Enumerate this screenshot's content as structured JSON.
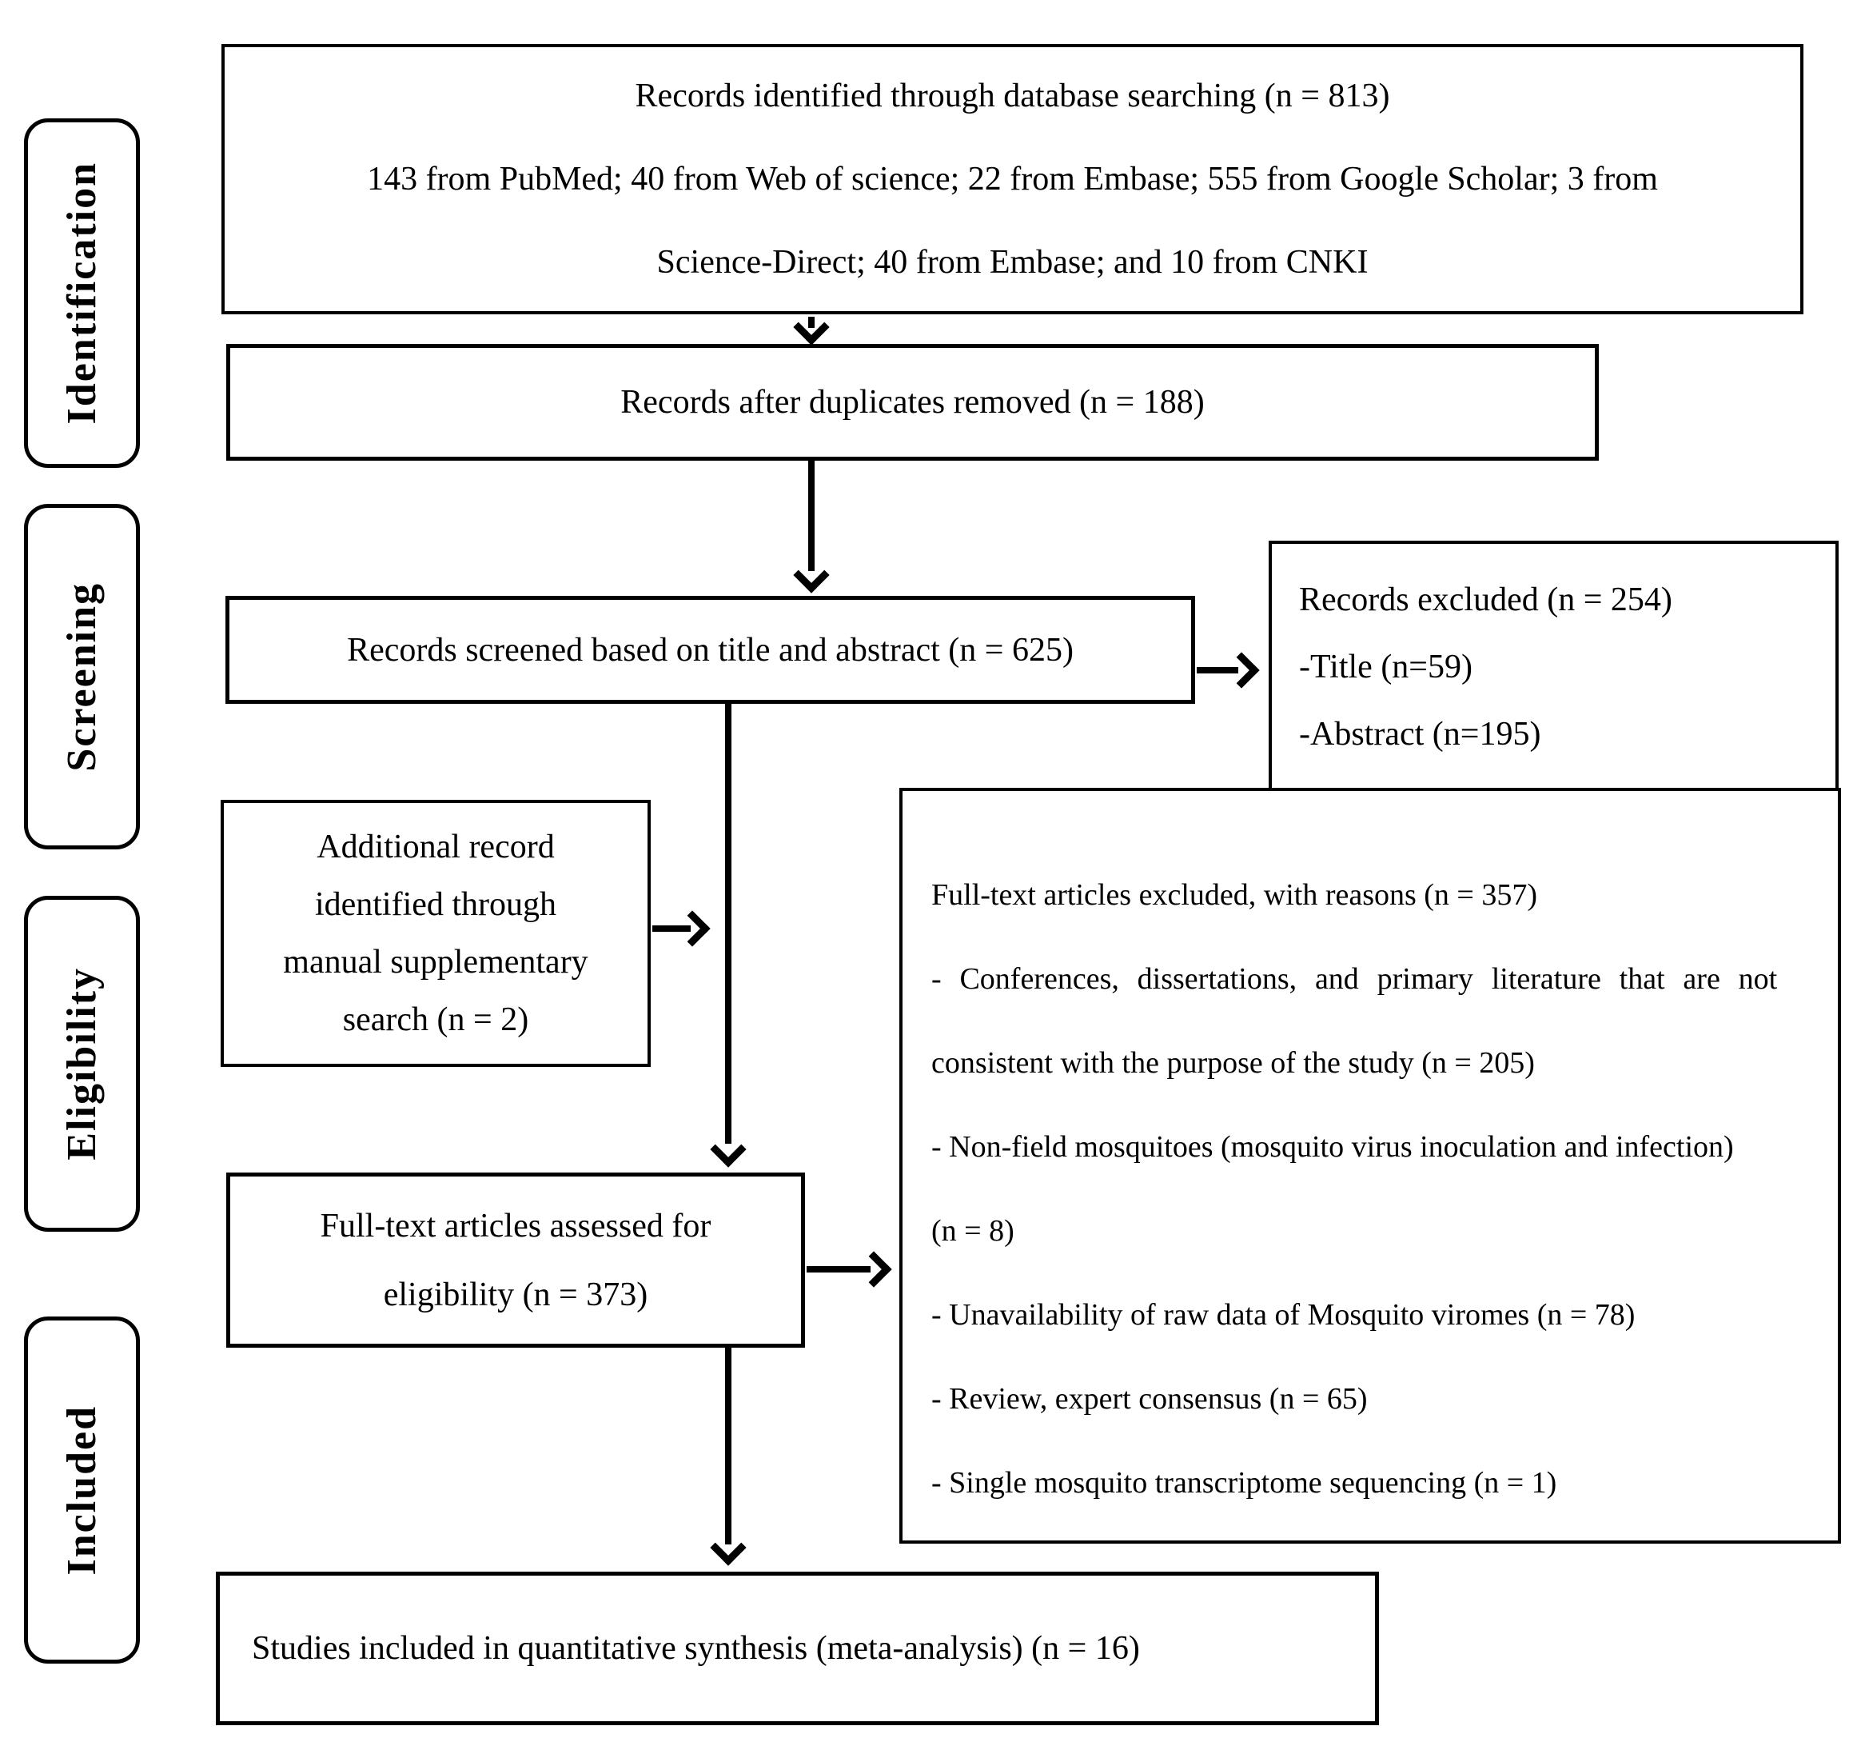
{
  "diagram": {
    "type": "prisma-flow",
    "colors": {
      "line": "#000000",
      "background": "#ffffff",
      "text": "#000000"
    },
    "stages": [
      {
        "label": "Identification"
      },
      {
        "label": "Screening"
      },
      {
        "label": "Eligibility"
      },
      {
        "label": "Included"
      }
    ],
    "boxes": {
      "identified": {
        "lines": [
          "Records identified through database searching (n = 813)",
          "143 from PubMed; 40 from Web of science; 22 from Embase; 555 from Google Scholar; 3 from",
          "Science-Direct; 40 from Embase; and 10 from CNKI"
        ]
      },
      "deduplicated": {
        "text": "Records after duplicates removed (n = 188)"
      },
      "screened": {
        "text": "Records screened based on title and abstract (n = 625)"
      },
      "excluded_records": {
        "lines": [
          "Records excluded (n = 254)",
          "-Title (n=59)",
          "-Abstract (n=195)"
        ]
      },
      "additional": {
        "lines": [
          "Additional record",
          "identified through",
          "manual supplementary",
          "search (n = 2)"
        ]
      },
      "fulltext_assessed": {
        "lines": [
          "Full-text articles assessed for",
          "eligibility (n = 373)"
        ]
      },
      "fulltext_excluded": {
        "lines": [
          "Full-text articles excluded, with reasons (n = 357)",
          "- Conferences, dissertations, and primary literature that are not",
          "consistent with the purpose of the study (n = 205)",
          "- Non-field mosquitoes (mosquito virus inoculation and infection)",
          "(n = 8)",
          "- Unavailability of raw data of Mosquito viromes (n = 78)",
          "- Review, expert consensus (n = 65)",
          "- Single mosquito transcriptome sequencing (n = 1)"
        ]
      },
      "included_studies": {
        "text": "Studies included in quantitative synthesis (meta-analysis) (n = 16)"
      }
    }
  }
}
